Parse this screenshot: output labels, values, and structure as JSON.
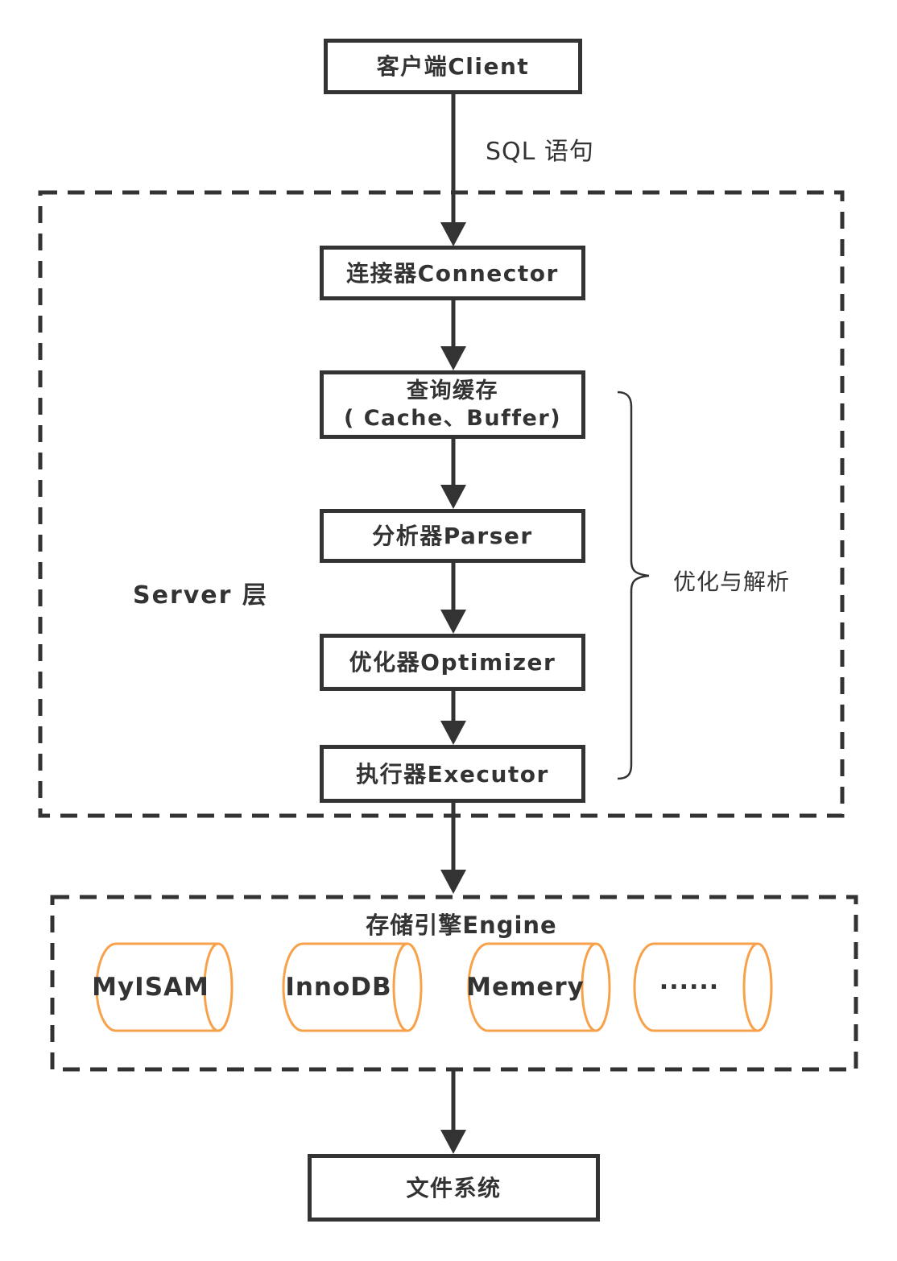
{
  "diagram": {
    "client": {
      "label": "客户端Client"
    },
    "sql_label": "SQL 语句",
    "server_layer": {
      "label": "Server 层",
      "connector": {
        "label": "连接器Connector"
      },
      "query_cache": {
        "line1": "查询缓存",
        "line2": "( Cache、Buffer)"
      },
      "parser": {
        "label": "分析器Parser"
      },
      "optimizer": {
        "label": "优化器Optimizer"
      },
      "executor": {
        "label": "执行器Executor"
      },
      "brace_label": "优化与解析"
    },
    "storage_engine": {
      "title": "存储引擎Engine",
      "engines": [
        "MyISAM",
        "InnoDB",
        "Memery",
        "......"
      ]
    },
    "file_system": {
      "label": "文件系统"
    },
    "colors": {
      "line": "#333333",
      "cylinder_stroke": "#F7A24A"
    }
  }
}
